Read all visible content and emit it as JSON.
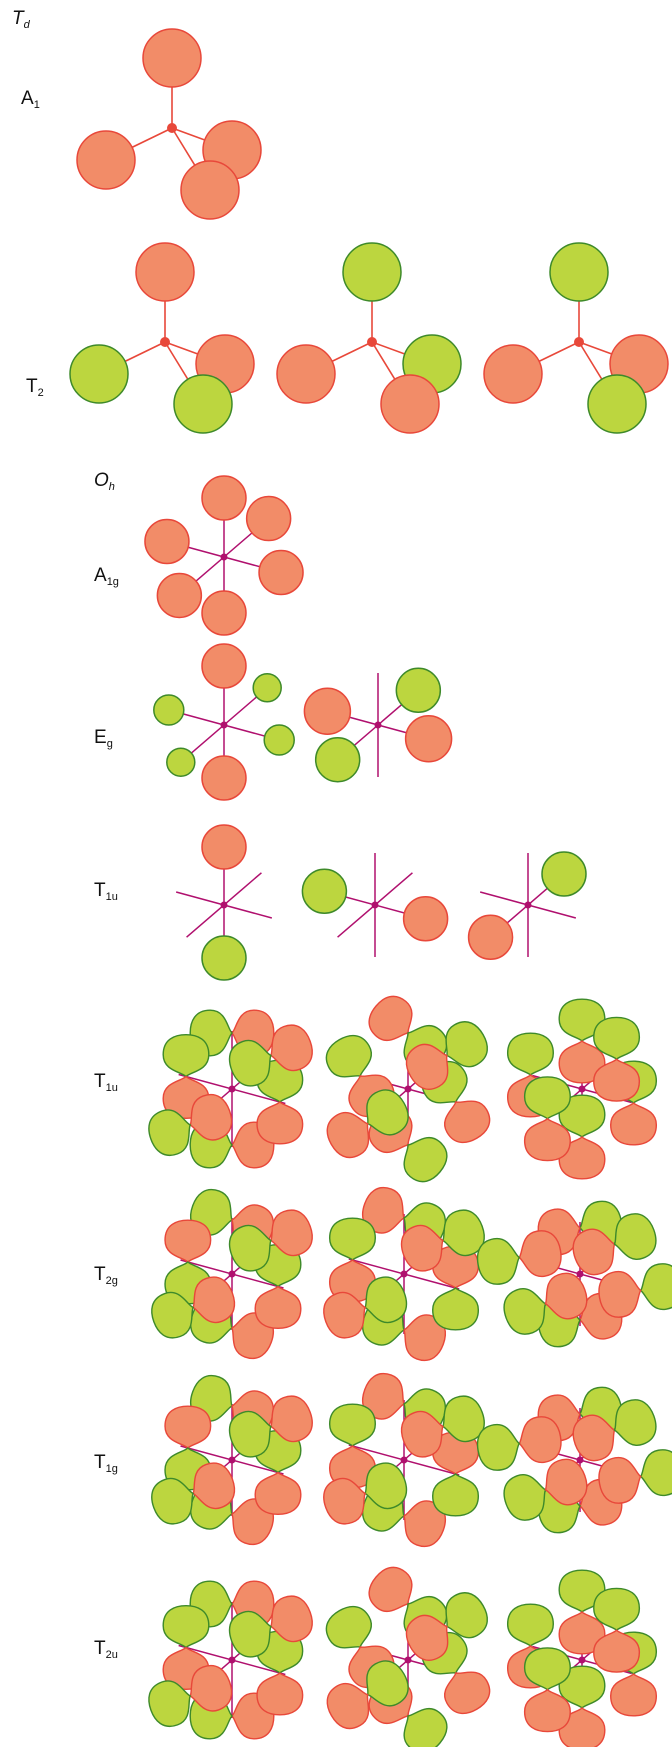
{
  "labels": {
    "td": {
      "main": "T",
      "sub": "d"
    },
    "a1": {
      "main": "A",
      "sub": "1"
    },
    "t2": {
      "main": "T",
      "sub": "2"
    },
    "oh": {
      "main": "O",
      "sub": "h"
    },
    "a1g": {
      "main": "A",
      "sub": "1g"
    },
    "eg": {
      "main": "E",
      "sub": "g"
    },
    "t1u_a": {
      "main": "T",
      "sub": "1u"
    },
    "t1u_b": {
      "main": "T",
      "sub": "1u"
    },
    "t2g": {
      "main": "T",
      "sub": "2g"
    },
    "t1g": {
      "main": "T",
      "sub": "1g"
    },
    "t2u": {
      "main": "T",
      "sub": "2u"
    }
  },
  "colors": {
    "positive_fill": "#f28c68",
    "positive_stroke": "#e8483a",
    "negative_fill": "#bcd63f",
    "negative_stroke": "#3e8a2a",
    "td_bond": "#e8483a",
    "oh_axis": "#b0106e"
  }
}
